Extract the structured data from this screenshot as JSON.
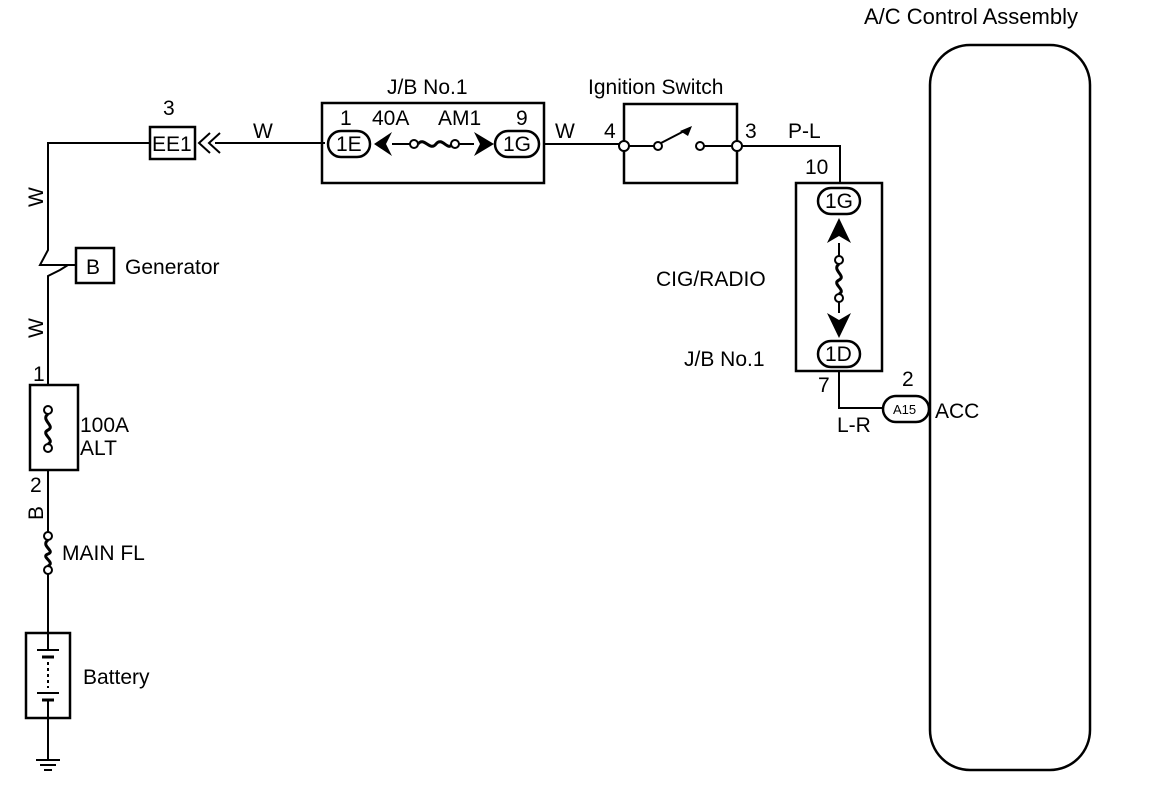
{
  "components": {
    "ac_control_assembly": "A/C Control Assembly",
    "jb_no1_top": "J/B No.1",
    "jb_no1_side": "J/B No.1",
    "ignition_switch": "Ignition Switch",
    "cig_radio": "CIG/RADIO",
    "generator": "Generator",
    "generator_terminal": "B",
    "battery": "Battery",
    "main_fl": "MAIN FL",
    "alt_fuse_rating": "100A",
    "alt_fuse_name": "ALT",
    "am1_fuse_rating": "40A",
    "am1_fuse_name": "AM1",
    "acc_terminal": "ACC"
  },
  "connectors": {
    "ee1": "EE1",
    "jb_1e": "1E",
    "jb_1g_top": "1G",
    "jb_1g_side": "1G",
    "jb_1d": "1D",
    "a15": "A15"
  },
  "pins": {
    "ee1_pin": "3",
    "jb_1e_pin": "1",
    "jb_1g_pin": "9",
    "ign_in_pin": "4",
    "ign_out_pin": "3",
    "jb_side_1g_pin": "10",
    "jb_side_1d_pin": "7",
    "a15_pin": "2",
    "alt_top_pin": "1",
    "alt_bottom_pin": "2"
  },
  "wire_colors": {
    "w_ee1_to_jb": "W",
    "w_jb_to_ign": "W",
    "w_upper_left": "W",
    "w_lower_left": "W",
    "w_ign_to_jb": "P-L",
    "w_jb_to_acc": "L-R",
    "w_alt_to_main": "B"
  }
}
